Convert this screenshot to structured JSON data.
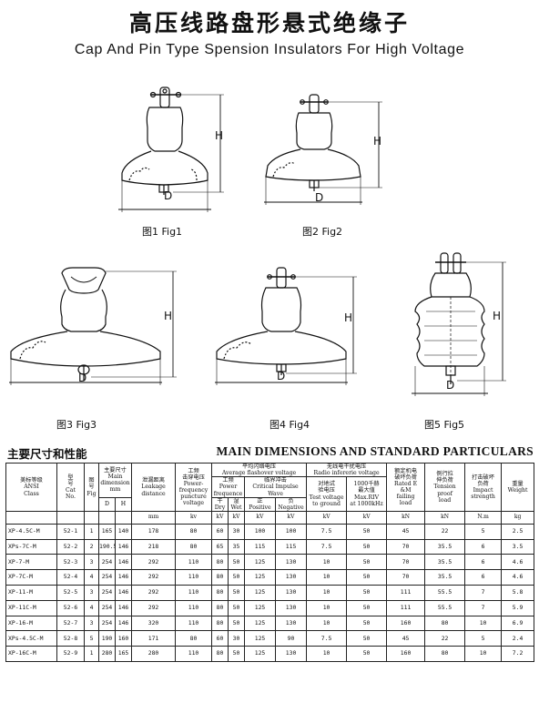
{
  "title_cn": "高压线路盘形悬式绝缘子",
  "title_en": "Cap And Pin Type Spension Insulators For High Voltage",
  "figures": [
    {
      "caption": "图1 Fig1",
      "H": "H",
      "D": "D"
    },
    {
      "caption": "图2 Fig2",
      "H": "H",
      "D": "D"
    },
    {
      "caption": "图3 Fig3",
      "H": "H",
      "D": "D"
    },
    {
      "caption": "图4 Fig4",
      "H": "H",
      "D": "D"
    },
    {
      "caption": "图5 Fig5",
      "H": "H",
      "D": "D"
    }
  ],
  "section_cn": "主要尺寸和性能",
  "section_en": "MAIN DIMENSIONS AND STANDARD PARTICULARS",
  "table": {
    "h_class": "美标等级\nANSI\nClass",
    "h_type": "型\n号\nCat\nNo.",
    "h_fig": "图\n号\nFig",
    "h_dim": "主要尺寸\nMain\ndimension\nmm",
    "h_leak": "泄漏距离\nLeakage\ndistance",
    "h_pf": "工频\n击穿电压\nPower-\nfrequency\npuncture\nvoltage",
    "h_flash": "平均闪络电压\nAverage flashover voltage",
    "h_radio": "无线电干扰电压\nRadio infererie voltage",
    "h_mech": "额定机电\n破坏负荷\nRated E\n&M\nfailing\nload",
    "h_proof": "例行拉\n伸负荷\nTension\nproof\nload",
    "h_impact": "打击破坏\n负荷\nImpact\nstrength",
    "h_weight": "重量\nWeight",
    "h_pfreq": "工频\nPower\nfrequence",
    "h_impulse": "临界冲击\nCritical Impulse\nWave",
    "h_test": "对地试\n验电压\nTest voltage\nto ground",
    "h_riv": "1000千赫\n最大值\nMax.RIV\nat 1000kHz",
    "h_D": "D",
    "h_H": "H",
    "h_dry": "干\nDry",
    "h_wet": "湿\nWet",
    "h_pos": "正\nPositive",
    "h_neg": "负\nNegative",
    "units": [
      "",
      "",
      "",
      "",
      "",
      "mm",
      "kv",
      "kV",
      "kV",
      "kV",
      "kV",
      "kV",
      "kV",
      "kN",
      "kN",
      "N.m",
      "kg"
    ],
    "rows": [
      [
        "XP-4.5C-M",
        "52-1",
        "1",
        "165",
        "140",
        "178",
        "80",
        "60",
        "30",
        "100",
        "100",
        "7.5",
        "50",
        "45",
        "22",
        "5",
        "2.5"
      ],
      [
        "XPs-7C-M",
        "52-2",
        "2",
        "190.5",
        "146",
        "218",
        "80",
        "65",
        "35",
        "115",
        "115",
        "7.5",
        "50",
        "70",
        "35.5",
        "6",
        "3.5"
      ],
      [
        "XP-7-M",
        "52-3",
        "3",
        "254",
        "146",
        "292",
        "110",
        "80",
        "50",
        "125",
        "130",
        "10",
        "50",
        "70",
        "35.5",
        "6",
        "4.6"
      ],
      [
        "XP-7C-M",
        "52-4",
        "4",
        "254",
        "146",
        "292",
        "110",
        "80",
        "50",
        "125",
        "130",
        "10",
        "50",
        "70",
        "35.5",
        "6",
        "4.6"
      ],
      [
        "XP-11-M",
        "52-5",
        "3",
        "254",
        "146",
        "292",
        "110",
        "80",
        "50",
        "125",
        "130",
        "10",
        "50",
        "111",
        "55.5",
        "7",
        "5.8"
      ],
      [
        "XP-11C-M",
        "52-6",
        "4",
        "254",
        "146",
        "292",
        "110",
        "80",
        "50",
        "125",
        "130",
        "10",
        "50",
        "111",
        "55.5",
        "7",
        "5.9"
      ],
      [
        "XP-16-M",
        "52-7",
        "3",
        "254",
        "146",
        "320",
        "110",
        "80",
        "50",
        "125",
        "130",
        "10",
        "50",
        "160",
        "80",
        "10",
        "6.9"
      ],
      [
        "XPs-4.5C-M",
        "52-8",
        "5",
        "190",
        "160",
        "171",
        "80",
        "60",
        "30",
        "125",
        "90",
        "7.5",
        "50",
        "45",
        "22",
        "5",
        "2.4"
      ],
      [
        "XP-16C-M",
        "52-9",
        "1",
        "280",
        "165",
        "280",
        "110",
        "80",
        "50",
        "125",
        "130",
        "10",
        "50",
        "160",
        "80",
        "10",
        "7.2"
      ]
    ]
  }
}
